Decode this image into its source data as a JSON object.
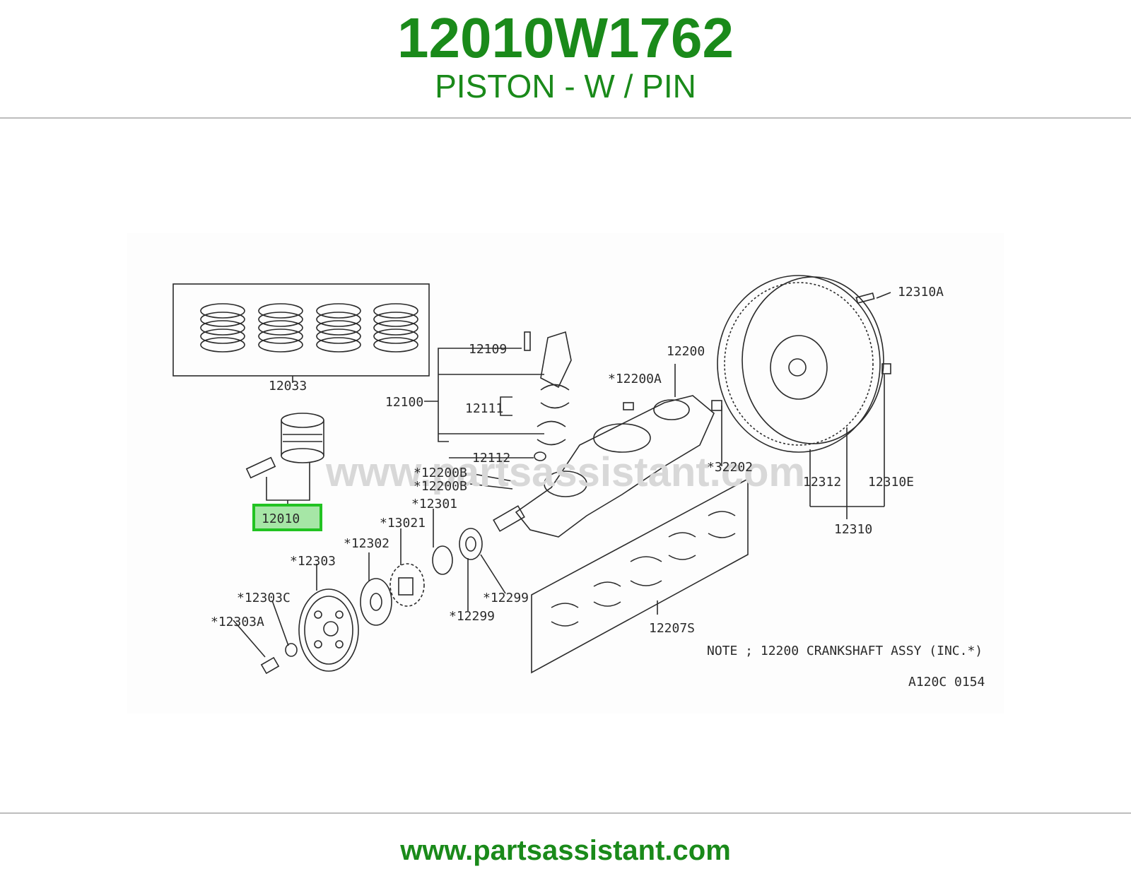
{
  "header": {
    "part_number": "12010W1762",
    "part_name": "PISTON - W / PIN"
  },
  "diagram": {
    "watermark": "www.partsassistant.com",
    "highlighted_callout": "12010",
    "callouts": [
      "12033",
      "12100",
      "12109",
      "12111",
      "12112",
      "12200",
      "*12200A",
      "*12200B",
      "*12200B",
      "*32202",
      "*12301",
      "*13021",
      "*12302",
      "*12303",
      "*12303C",
      "*12303A",
      "*12299",
      "*12299",
      "12207S",
      "12310A",
      "12312",
      "12310E",
      "12310"
    ],
    "note": "NOTE ; 12200 CRANKSHAFT ASSY (INC.*)",
    "figure_code": "A120C 0154"
  },
  "footer": {
    "url": "www.partsassistant.com"
  },
  "colors": {
    "brand_green": "#1a8a1a",
    "highlight_border": "#22c322",
    "highlight_fill": "#a6e6a6",
    "line_art": "#2b2b2b",
    "watermark": "#d8d8d8",
    "divider": "#bdbdbd"
  }
}
